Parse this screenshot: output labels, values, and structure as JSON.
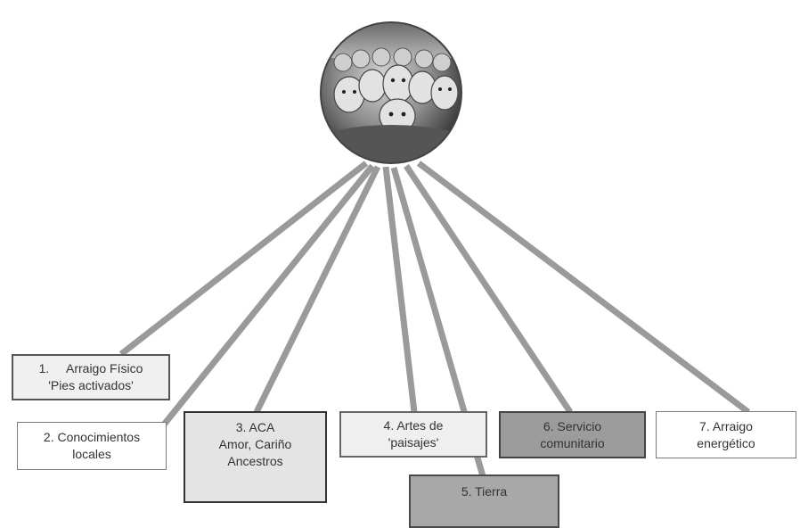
{
  "hub": {
    "image": "children-faces-globe"
  },
  "nodes": [
    {
      "id": "n1",
      "lines": [
        "1.     Arraigo Físico",
        "'Pies activados'"
      ]
    },
    {
      "id": "n2",
      "lines": [
        "2. Conocimientos",
        "locales"
      ]
    },
    {
      "id": "n3",
      "lines": [
        "3. ACA",
        "Amor, Cariño",
        "Ancestros"
      ]
    },
    {
      "id": "n4",
      "lines": [
        "4. Artes de",
        "'paisajes'"
      ]
    },
    {
      "id": "n5",
      "lines": [
        "5. Tierra"
      ]
    },
    {
      "id": "n6",
      "lines": [
        "6. Servicio",
        "comunitario"
      ]
    },
    {
      "id": "n7",
      "lines": [
        "7. Arraigo",
        "energético"
      ]
    }
  ],
  "colors": {
    "connector": "#9a9a9a",
    "box_light": "#f0f0f0",
    "box_mid": "#e4e4e4",
    "box_dark": "#a8a8a8"
  }
}
